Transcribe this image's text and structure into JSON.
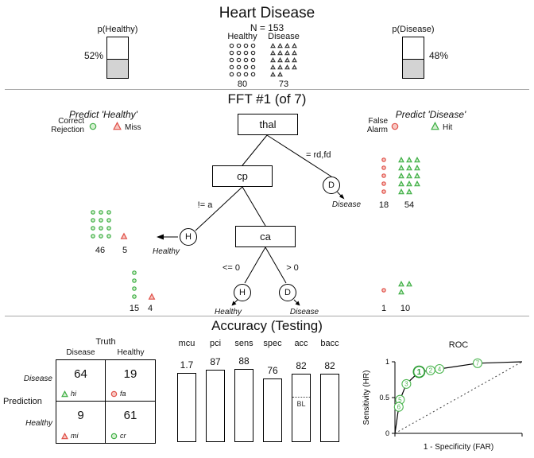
{
  "colors": {
    "correct_green": "#3dae44",
    "correct_green_fill": "#d5efd0",
    "error_red": "#e05048",
    "error_red_fill": "#f7c7c2",
    "roc_green": "#4bb54f",
    "roc_green_dark": "#2f9e37",
    "neutral_black": "#333333",
    "bar_gray": "#d3d3d3"
  },
  "chart_data": [
    {
      "type": "icon-array",
      "title": "Heart Disease",
      "n": 153,
      "n_label": "N = 153",
      "classes": [
        {
          "label": "Healthy",
          "count": "80",
          "icons": 20,
          "cols": 4,
          "shape": "circle",
          "color": "black"
        },
        {
          "label": "Disease",
          "count": "73",
          "icons": 18,
          "cols": 4,
          "shape": "triangle",
          "color": "black"
        }
      ],
      "p_left": {
        "label": "p(Healthy)",
        "value": "52%",
        "gray_frac": 0.48
      },
      "p_right": {
        "label": "p(Disease)",
        "value": "48%",
        "gray_frac": 0.48
      }
    },
    {
      "type": "tree",
      "title": "FFT #1 (of 7)",
      "left_header": "Predict 'Healthy'",
      "right_header": "Predict 'Disease'",
      "legend": [
        {
          "label": "Correct Rejection",
          "shape": "circle",
          "color": "green"
        },
        {
          "label": "Miss",
          "shape": "triangle",
          "color": "red"
        },
        {
          "label": "False Alarm",
          "shape": "circle",
          "color": "red"
        },
        {
          "label": "Hit",
          "shape": "triangle",
          "color": "green"
        }
      ],
      "nodes": [
        {
          "label": "thal"
        },
        {
          "label": "cp"
        },
        {
          "label": "ca"
        }
      ],
      "branches": [
        {
          "label": "= rd,fd"
        },
        {
          "label": "!= a"
        },
        {
          "label": "<= 0"
        },
        {
          "label": "> 0"
        }
      ],
      "exits": [
        {
          "letter": "D",
          "class_label": "Disease"
        },
        {
          "letter": "H",
          "class_label": "Healthy"
        },
        {
          "letter": "H",
          "class_label": "Healthy"
        },
        {
          "letter": "D",
          "class_label": "Disease"
        }
      ],
      "icon_groups": [
        {
          "name": "correct-rejections-cue2",
          "shape": "circle",
          "color": "green",
          "icons": 12,
          "cols": 3,
          "count": "46"
        },
        {
          "name": "misses-cue2",
          "shape": "triangle",
          "color": "red",
          "icons": 1,
          "cols": 1,
          "count": "5"
        },
        {
          "name": "correct-rejections-cue3",
          "shape": "circle",
          "color": "green",
          "icons": 4,
          "cols": 1,
          "count": "15"
        },
        {
          "name": "misses-cue3",
          "shape": "triangle",
          "color": "red",
          "icons": 1,
          "cols": 1,
          "count": "4"
        },
        {
          "name": "false-alarms-cue1",
          "shape": "circle",
          "color": "red",
          "icons": 5,
          "cols": 1,
          "count": "18"
        },
        {
          "name": "hits-cue1",
          "shape": "triangle",
          "color": "green",
          "icons": 14,
          "cols": 3,
          "count": "54"
        },
        {
          "name": "false-alarms-cue3",
          "shape": "circle",
          "color": "red",
          "icons": 1,
          "cols": 1,
          "count": "1"
        },
        {
          "name": "hits-cue3",
          "shape": "triangle",
          "color": "green",
          "icons": 3,
          "cols": 2,
          "count": "10"
        }
      ]
    },
    {
      "type": "table",
      "title": "Accuracy (Testing)",
      "truth_label": "Truth",
      "prediction_label": "Prediction",
      "col_labels": [
        "Disease",
        "Healthy"
      ],
      "row_labels": [
        "Disease",
        "Healthy"
      ],
      "cells": [
        {
          "value": "64",
          "tag": "hi",
          "shape": "triangle",
          "color": "green"
        },
        {
          "value": "19",
          "tag": "fa",
          "shape": "circle",
          "color": "red"
        },
        {
          "value": "9",
          "tag": "mi",
          "shape": "triangle",
          "color": "red"
        },
        {
          "value": "61",
          "tag": "cr",
          "shape": "circle",
          "color": "green"
        }
      ]
    },
    {
      "type": "bar",
      "categories": [
        "mcu",
        "pci",
        "sens",
        "spec",
        "acc",
        "bacc"
      ],
      "values": [
        1.7,
        87,
        88,
        76,
        82,
        82
      ],
      "items": [
        {
          "label": "mcu",
          "value": "1.7",
          "frac": 0.83
        },
        {
          "label": "pci",
          "value": "87",
          "frac": 0.87
        },
        {
          "label": "sens",
          "value": "88",
          "frac": 0.88
        },
        {
          "label": "spec",
          "value": "76",
          "frac": 0.76
        },
        {
          "label": "acc",
          "value": "82",
          "frac": 0.82,
          "baseline_label": "BL",
          "baseline_frac": 0.52
        },
        {
          "label": "bacc",
          "value": "82",
          "frac": 0.82
        }
      ]
    },
    {
      "type": "scatter",
      "title": "ROC",
      "xlabel": "1 - Specificity (FAR)",
      "ylabel": "Sensitivity (HR)",
      "xlim": [
        0,
        1
      ],
      "ylim": [
        0,
        1
      ],
      "yticks": [
        "0",
        "0.5",
        "1"
      ],
      "points": [
        {
          "n": "1",
          "far": 0.19,
          "hr": 0.86,
          "emph": true
        },
        {
          "n": "2",
          "far": 0.28,
          "hr": 0.88
        },
        {
          "n": "3",
          "far": 0.09,
          "hr": 0.69
        },
        {
          "n": "4",
          "far": 0.35,
          "hr": 0.9
        },
        {
          "n": "5",
          "far": 0.04,
          "hr": 0.47
        },
        {
          "n": "6",
          "far": 0.03,
          "hr": 0.37
        },
        {
          "n": "7",
          "far": 0.65,
          "hr": 0.98
        }
      ]
    }
  ]
}
